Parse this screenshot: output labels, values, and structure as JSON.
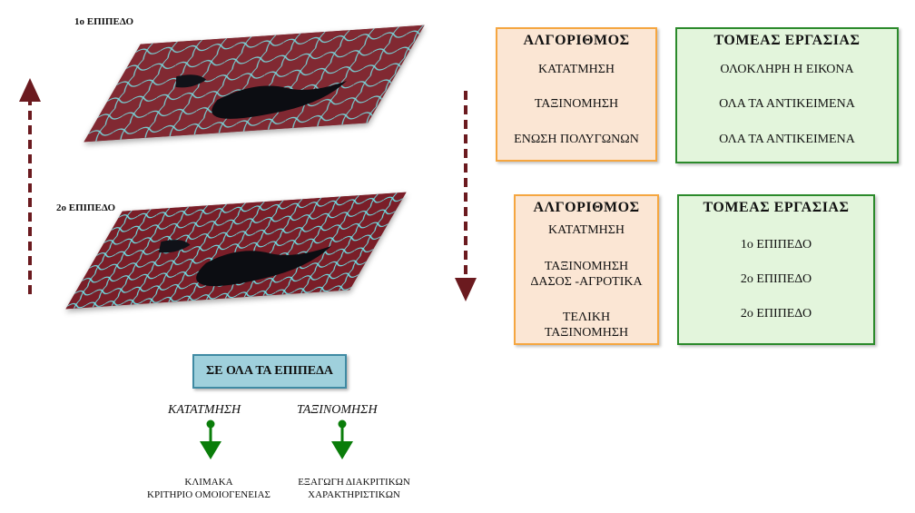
{
  "levels": {
    "level1_label": "1ο ΕΠΙΠΕΔΟ",
    "level2_label": "2ο ΕΠΙΠΕΔΟ"
  },
  "top_algorithm": {
    "header": "ΑΛΓΟΡΙΘΜΟΣ",
    "rows": [
      "ΚΑΤΑΤΜΗΣΗ",
      "ΤΑΞΙΝΟΜΗΣΗ",
      "ΕΝΩΣΗ ΠΟΛΥΓΩΝΩΝ"
    ]
  },
  "top_domain": {
    "header": "ΤΟΜΕΑΣ ΕΡΓΑΣΙΑΣ",
    "rows": [
      "ΟΛΟΚΛΗΡΗ Η ΕΙΚΟΝΑ",
      "ΟΛΑ ΤΑ ΑΝΤΙΚΕΙΜΕΝΑ",
      "ΟΛΑ ΤΑ ΑΝΤΙΚΕΙΜΕΝΑ"
    ]
  },
  "bottom_algorithm": {
    "header": "ΑΛΓΟΡΙΘΜΟΣ",
    "row1": "ΚΑΤΑΤΜΗΣΗ",
    "row2_line1": "ΤΑΞΙΝΟΜΗΣΗ",
    "row2_line2": "ΔΑΣΟΣ -ΑΓΡΟΤΙΚΑ",
    "row3_line1": "ΤΕΛΙΚΗ",
    "row3_line2": "ΤΑΞΙΝΟΜΗΣΗ"
  },
  "bottom_domain": {
    "header": "ΤΟΜΕΑΣ ΕΡΓΑΣΙΑΣ",
    "rows": [
      "1ο ΕΠΙΠΕΔΟ",
      "2ο ΕΠΙΠΕΔΟ",
      "2ο ΕΠΙΠΕΔΟ"
    ]
  },
  "all_levels": {
    "title": "ΣΕ ΟΛΑ ΤΑ ΕΠΙΠΕΔΑ",
    "left_label": "ΚΑΤΑΤΜΗΣΗ",
    "right_label": "ΤΑΞΙΝΟΜΗΣΗ",
    "left_caption_line1": "ΚΛΙΜΑΚΑ",
    "left_caption_line2": "ΚΡΙΤΗΡΙΟ ΟΜΟΙΟΓΕΝΕΙΑΣ",
    "right_caption_line1": "ΕΞΑΓΩΓΗ ΔΙΑΚΡΙΤΙΚΩΝ",
    "right_caption_line2": "ΧΑΡΑΚΤΗΡΙΣΤΙΚΩΝ"
  },
  "colors": {
    "arrow_dark_red": "#6b1a1f",
    "arrow_green": "#0a7d0a",
    "layer_red": "#7a1e28",
    "layer_cyan": "#6ee3e8"
  }
}
